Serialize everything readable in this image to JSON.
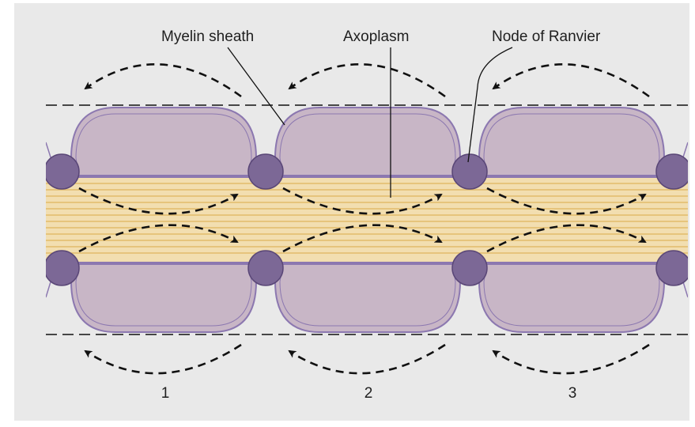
{
  "labels": {
    "myelin": "Myelin sheath",
    "axoplasm": "Axoplasm",
    "node": "Node of Ranvier"
  },
  "segments": [
    "1",
    "2",
    "3"
  ],
  "colors": {
    "background": "#e9e9e9",
    "myelin_fill": "#c8b6c6",
    "myelin_stroke": "#8c78b0",
    "node_fill": "#7c6896",
    "node_stroke": "#5a4777",
    "axon_fill": "#f2deb0",
    "axon_line": "#e0b45e",
    "arrow": "#111111"
  }
}
